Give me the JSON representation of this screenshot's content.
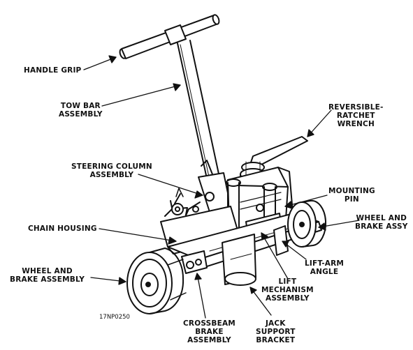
{
  "figure_ref": "17NP0250",
  "labels": {
    "handle_grip": [
      "HANDLE GRIP"
    ],
    "tow_bar": [
      "TOW BAR",
      "ASSEMBLY"
    ],
    "reversible_ratchet": [
      "REVERSIBLE-",
      "RATCHET",
      "WRENCH"
    ],
    "steering_column": [
      "STEERING COLUMN",
      "ASSEMBLY"
    ],
    "mounting_pin": [
      "MOUNTING",
      "PIN"
    ],
    "wheel_brake_assy_right": [
      "WHEEL AND",
      "BRAKE ASSY"
    ],
    "chain_housing": [
      "CHAIN HOUSING"
    ],
    "wheel_brake_assembly_left": [
      "WHEEL AND",
      "BRAKE ASSEMBLY"
    ],
    "lift_arm_angle": [
      "LIFT-ARM",
      "ANGLE"
    ],
    "lift_mechanism": [
      "LIFT",
      "MECHANISM",
      "ASSEMBLY"
    ],
    "crossbeam_brake": [
      "CROSSBEAM",
      "BRAKE",
      "ASSEMBLY"
    ],
    "jack_support": [
      "JACK",
      "SUPPORT",
      "BRACKET"
    ]
  },
  "colors": {
    "ink": "#111111",
    "paper": "#ffffff"
  }
}
